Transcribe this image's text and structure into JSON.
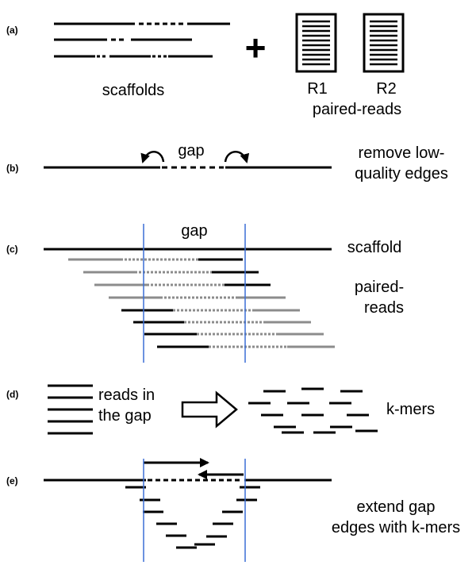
{
  "panels": {
    "a": {
      "label": "(a)",
      "scaffolds_label": "scaffolds",
      "plus": "+",
      "file1_label": "R1",
      "file2_label": "R2",
      "paired_reads_label": "paired-reads"
    },
    "b": {
      "label": "(b)",
      "gap_label": "gap",
      "note_line1": "remove low-",
      "note_line2": "quality edges"
    },
    "c": {
      "label": "(c)",
      "gap_label": "gap",
      "scaffold_label": "scaffold",
      "reads_line1": "paired-",
      "reads_line2": "reads"
    },
    "d": {
      "label": "(d)",
      "reads_line1": "reads in",
      "reads_line2": "the gap",
      "kmers_label": "k-mers"
    },
    "e": {
      "label": "(e)",
      "note_line1": "extend gap",
      "note_line2": "edges with k-mers"
    }
  },
  "colors": {
    "line": "#000000",
    "read_gray": "#8c8c8c",
    "gap_boundary": "#3b6fd6"
  }
}
